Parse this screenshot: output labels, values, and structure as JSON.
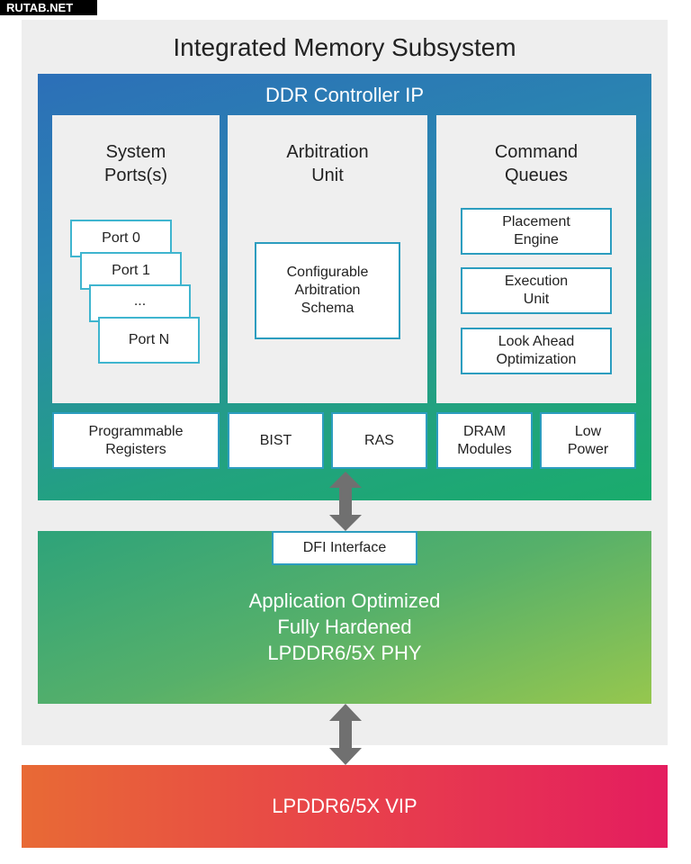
{
  "watermark": "RUTAB.NET",
  "title": "Integrated Memory Subsystem",
  "controller": {
    "title": "DDR Controller IP",
    "system_ports": {
      "title_line1": "System",
      "title_line2": "Ports(s)",
      "ports": [
        "Port 0",
        "Port 1",
        "...",
        "Port N"
      ]
    },
    "arbitration": {
      "title_line1": "Arbitration",
      "title_line2": "Unit",
      "box_line1": "Configurable",
      "box_line2": "Arbitration",
      "box_line3": "Schema"
    },
    "command_queues": {
      "title_line1": "Command",
      "title_line2": "Queues",
      "items": [
        {
          "line1": "Placement",
          "line2": "Engine"
        },
        {
          "line1": "Execution",
          "line2": "Unit"
        },
        {
          "line1": "Look Ahead",
          "line2": "Optimization"
        }
      ]
    },
    "bottom_blocks": {
      "programmable_line1": "Programmable",
      "programmable_line2": "Registers",
      "bist": "BIST",
      "ras": "RAS",
      "dram_line1": "DRAM",
      "dram_line2": "Modules",
      "low_power_line1": "Low",
      "low_power_line2": "Power"
    }
  },
  "dfi_interface": "DFI Interface",
  "phy": {
    "line1": "Application Optimized",
    "line2": "Fully Hardened",
    "line3": "LPDDR6/5X PHY"
  },
  "vip": "LPDDR6/5X VIP",
  "colors": {
    "controller_blue": "#2c6fb8",
    "controller_green": "#1aac6c",
    "phy_green": "#96c74e",
    "vip_orange": "#e86a35",
    "vip_pink": "#e41d5f",
    "box_border": "#2c9dbf",
    "arrow_gray": "#707070"
  }
}
